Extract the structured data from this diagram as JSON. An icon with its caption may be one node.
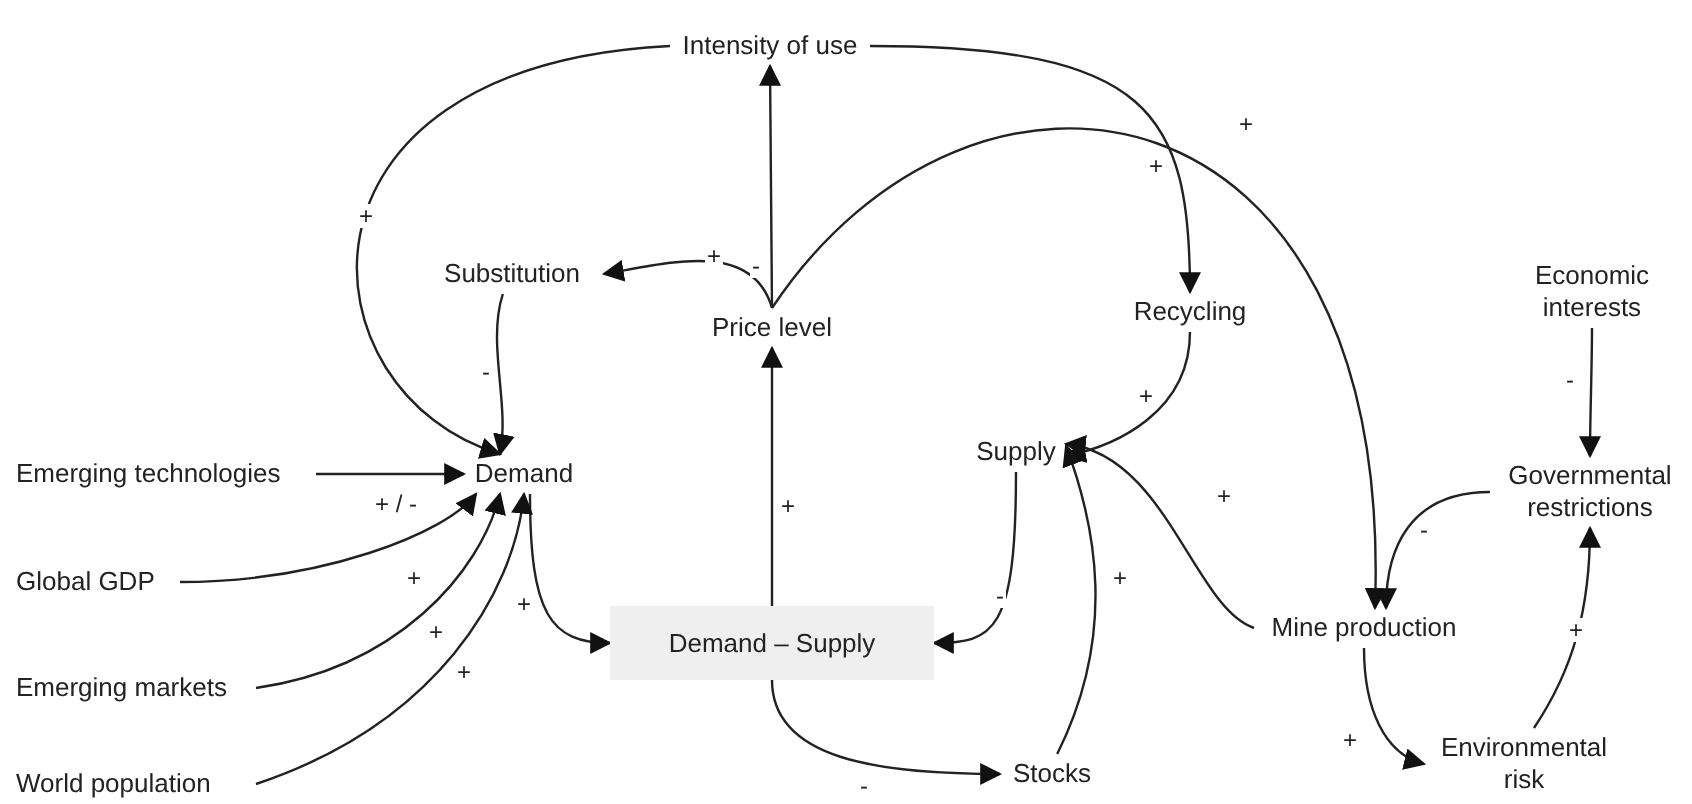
{
  "diagram": {
    "nodes": [
      {
        "text": [
          "Intensity of use"
        ]
      },
      {
        "text": [
          "Substitution"
        ]
      },
      {
        "text": [
          "Recycling"
        ]
      },
      {
        "text": [
          "Economic interests"
        ]
      },
      {
        "text": [
          "Price level"
        ]
      },
      {
        "text": [
          "Demand"
        ]
      },
      {
        "text": [
          "Supply"
        ]
      },
      {
        "text": [
          "Governmental restrictions"
        ]
      },
      {
        "text": [
          "Emerging technologies"
        ]
      },
      {
        "text": [
          "Global GDP"
        ]
      },
      {
        "text": [
          "Emerging markets"
        ]
      },
      {
        "text": [
          "Demand – Supply"
        ]
      },
      {
        "text": [
          "Mine production"
        ]
      },
      {
        "text": [
          "World population"
        ]
      },
      {
        "text": [
          "Stocks"
        ]
      },
      {
        "text": [
          "Environmental risk"
        ]
      }
    ],
    "edges": [
      {
        "from": 4,
        "to": 0,
        "arrow": "to",
        "label": "-"
      },
      {
        "from": 4,
        "to": 1,
        "arrow": "to",
        "label": "+"
      },
      {
        "from": 4,
        "to": 12,
        "arrow": "to",
        "label": "+"
      },
      {
        "from": 0,
        "to": 5,
        "arrow": "to",
        "label": "+"
      },
      {
        "from": 0,
        "to": 2,
        "arrow": "to",
        "label": "+"
      },
      {
        "from": 1,
        "to": 5,
        "arrow": "to",
        "label": "-"
      },
      {
        "from": 2,
        "to": 6,
        "arrow": "to",
        "label": "+"
      },
      {
        "from": 6,
        "to": 11,
        "arrow": "to",
        "label": "-"
      },
      {
        "from": 5,
        "to": 11,
        "arrow": "to",
        "label": "+"
      },
      {
        "from": 11,
        "to": 4,
        "arrow": "to",
        "label": "+"
      },
      {
        "from": 11,
        "to": 14,
        "arrow": "to",
        "label": "-"
      },
      {
        "from": 14,
        "to": 6,
        "arrow": "to",
        "label": "+"
      },
      {
        "from": 12,
        "to": 6,
        "arrow": "to",
        "label": "+"
      },
      {
        "from": 3,
        "to": 7,
        "arrow": "to",
        "label": "-"
      },
      {
        "from": 7,
        "to": 12,
        "arrow": "to",
        "label": "-"
      },
      {
        "from": 12,
        "to": 15,
        "arrow": "to",
        "label": "+"
      },
      {
        "from": 15,
        "to": 7,
        "arrow": "to",
        "label": "+"
      },
      {
        "from": 8,
        "to": 5,
        "arrow": "to",
        "label": "+ / -"
      },
      {
        "from": 9,
        "to": 5,
        "arrow": "to",
        "label": "+"
      },
      {
        "from": 10,
        "to": 5,
        "arrow": "to",
        "label": "+"
      },
      {
        "from": 13,
        "to": 5,
        "arrow": "to",
        "label": "+"
      }
    ]
  }
}
